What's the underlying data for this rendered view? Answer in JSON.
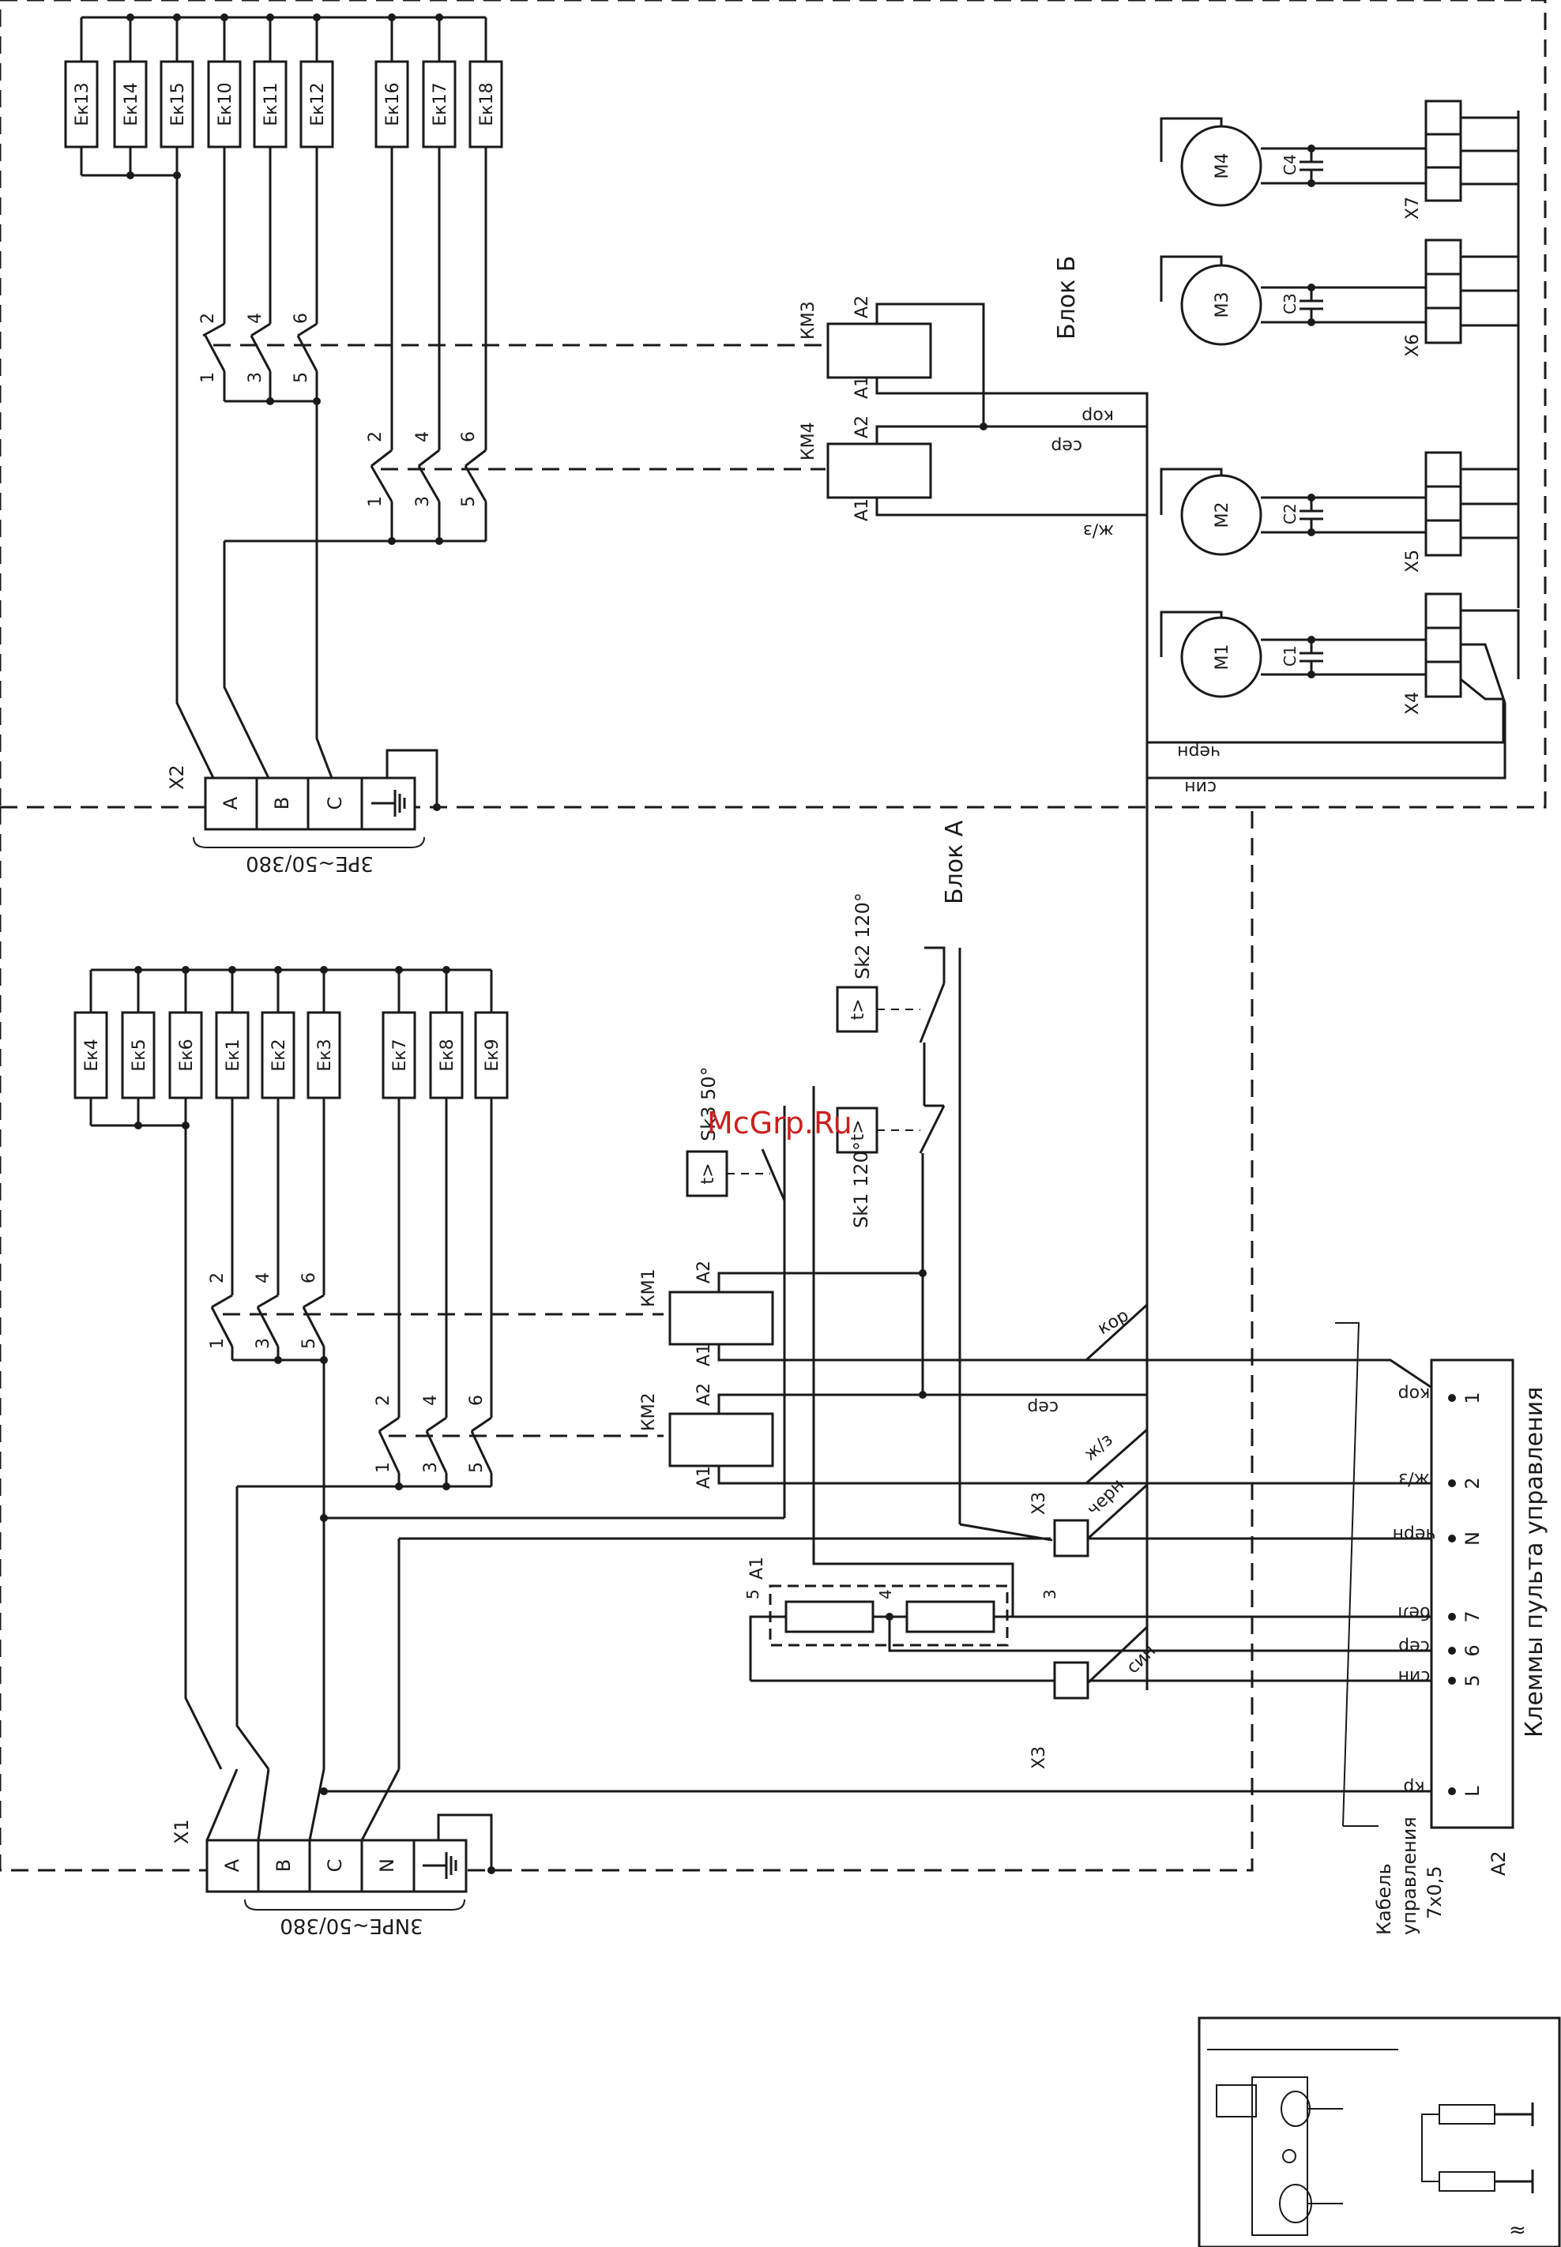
{
  "blocks": {
    "block_b": "Блок Б",
    "block_a": "Блок А"
  },
  "supply": {
    "x2_label": "X2",
    "x2_rating": "3PE~50/380",
    "x2_terms": [
      "A",
      "B",
      "C"
    ],
    "x1_label": "X1",
    "x1_rating": "3NPE~50/380",
    "x1_terms": [
      "A",
      "B",
      "C",
      "N"
    ]
  },
  "heaters_top": {
    "group1": [
      "Ек13",
      "Ек14",
      "Ек15"
    ],
    "group2": [
      "Ек10",
      "Ек11",
      "Ек12"
    ],
    "group3": [
      "Ек16",
      "Ек17",
      "Ек18"
    ]
  },
  "heaters_bottom": {
    "group1": [
      "Ек4",
      "Ек5",
      "Ек6"
    ],
    "group2": [
      "Ек1",
      "Ек2",
      "Ек3"
    ],
    "group3": [
      "Ек7",
      "Ек8",
      "Ек9"
    ]
  },
  "contact_numbers": {
    "top": [
      "2",
      "4",
      "6"
    ],
    "bottom": [
      "1",
      "3",
      "5"
    ]
  },
  "coils": {
    "km3": "КМ3",
    "km4": "КМ4",
    "km1": "КМ1",
    "km2": "КМ2",
    "a1": "А1",
    "a2": "А2"
  },
  "motors": [
    {
      "name": "М4",
      "cap": "С4",
      "conn": "X7"
    },
    {
      "name": "М3",
      "cap": "С3",
      "conn": "X6"
    },
    {
      "name": "М2",
      "cap": "С2",
      "conn": "X5"
    },
    {
      "name": "М1",
      "cap": "С1",
      "conn": "X4"
    }
  ],
  "wires_top": {
    "kor": "кор",
    "ser": "сер",
    "zh": "ж/з",
    "chern": "черн",
    "sin": "син"
  },
  "thermostats": {
    "sk2": "Sk2 120°",
    "sk1": "Sk1 120°",
    "sk3": "Sk3 50°",
    "symbol": "t>"
  },
  "module": {
    "name": "А1",
    "pins": [
      "5",
      "4",
      "3"
    ],
    "x3": "X3"
  },
  "wires_bottom": {
    "kor": "кор",
    "ser": "сер",
    "zh": "ж/з",
    "chern": "черн",
    "sin": "син"
  },
  "terminal_block": {
    "title": "Клеммы пульта управления",
    "id": "А2",
    "rows": [
      {
        "pin": "1",
        "color": "кор"
      },
      {
        "pin": "2",
        "color": "ж/з"
      },
      {
        "pin": "N",
        "color": "черн"
      },
      {
        "pin": "7",
        "color": "бел"
      },
      {
        "pin": "6",
        "color": "сер"
      },
      {
        "pin": "5",
        "color": "син"
      },
      {
        "pin": "L",
        "color": "кр"
      }
    ]
  },
  "cable": {
    "line1": "Кабель",
    "line2": "управления",
    "line3": "7х0,5"
  },
  "watermark": "McGrp.Ru",
  "inset": {
    "symbol": "≈"
  }
}
